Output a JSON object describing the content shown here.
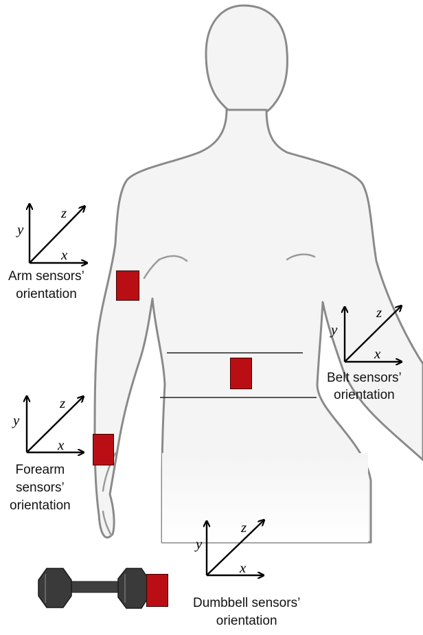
{
  "colors": {
    "sensor": "#b90f14",
    "outline": "#8a8a8a",
    "body_fill": "#f4f4f4",
    "dumbbell": "#3a3a3a"
  },
  "axis_labels": {
    "x": "x",
    "y": "y",
    "z": "z"
  },
  "captions": {
    "arm": [
      "Arm sensors’",
      "orientation"
    ],
    "belt": [
      "Belt sensors’",
      "orientation"
    ],
    "forearm": [
      "Forearm",
      "sensors’",
      "orientation"
    ],
    "dumbbell": [
      "Dumbbell sensors’",
      "orientation"
    ]
  },
  "icons": {
    "body": "human-body-outline",
    "dumbbell": "dumbbell-icon",
    "sensor": "red-sensor-box",
    "axes": "xyz-axes-icon"
  }
}
